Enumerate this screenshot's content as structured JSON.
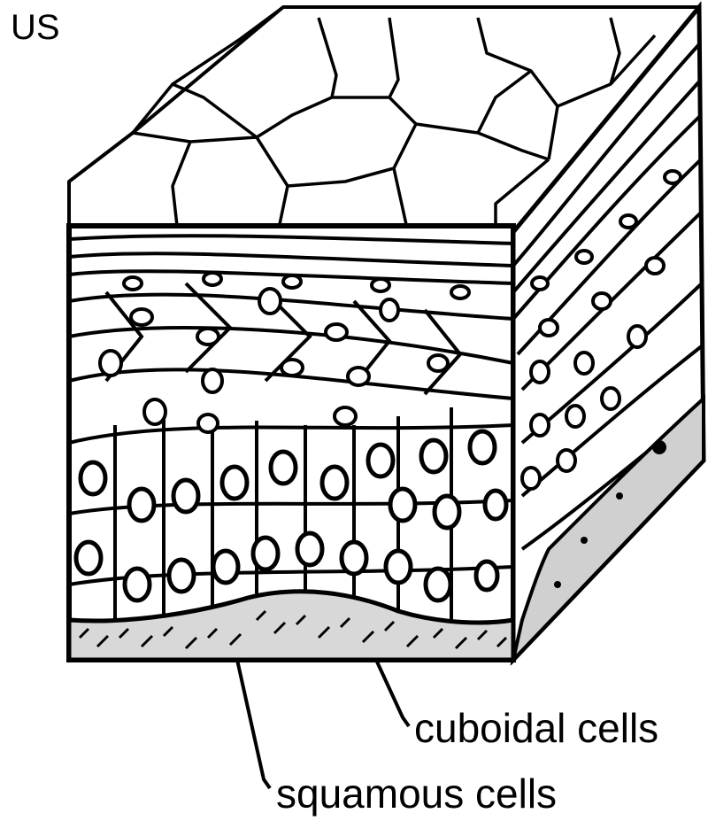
{
  "corner_text": "US",
  "labels": {
    "cuboidal": "cuboidal cells",
    "squamous": "squamous cells"
  },
  "colors": {
    "ink": "#000000",
    "paper": "#ffffff"
  }
}
